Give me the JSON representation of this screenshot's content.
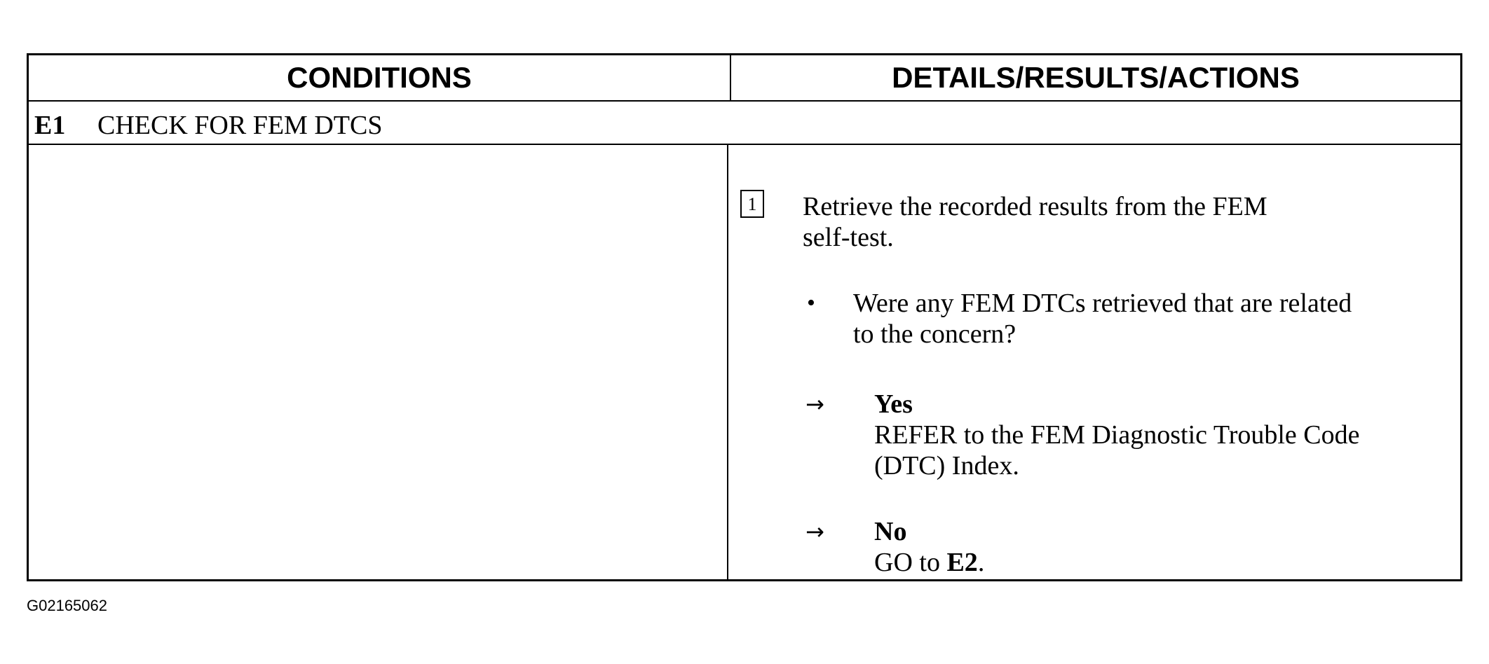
{
  "header": {
    "left_column": "CONDITIONS",
    "right_column": "DETAILS/RESULTS/ACTIONS"
  },
  "step": {
    "id": "E1",
    "title": "CHECK FOR FEM DTCS"
  },
  "details": {
    "substep_number": "1",
    "instruction_line1": "Retrieve the recorded results from the FEM",
    "instruction_line2": "self-test.",
    "question_line1": "Were any FEM DTCs retrieved that are related",
    "question_line2": "to the concern?",
    "yes_label": "Yes",
    "yes_line1": "REFER to the FEM Diagnostic Trouble Code",
    "yes_line2": "(DTC) Index.",
    "no_label": "No",
    "no_action_prefix": "GO to",
    "no_action_target": "E2",
    "no_action_suffix": "."
  },
  "icons": {
    "bullet": "bullet-dot-icon",
    "arrow": "right-arrow-icon"
  },
  "symbols": {
    "bullet": "•",
    "arrow": "→"
  },
  "figure_id": "G02165062"
}
